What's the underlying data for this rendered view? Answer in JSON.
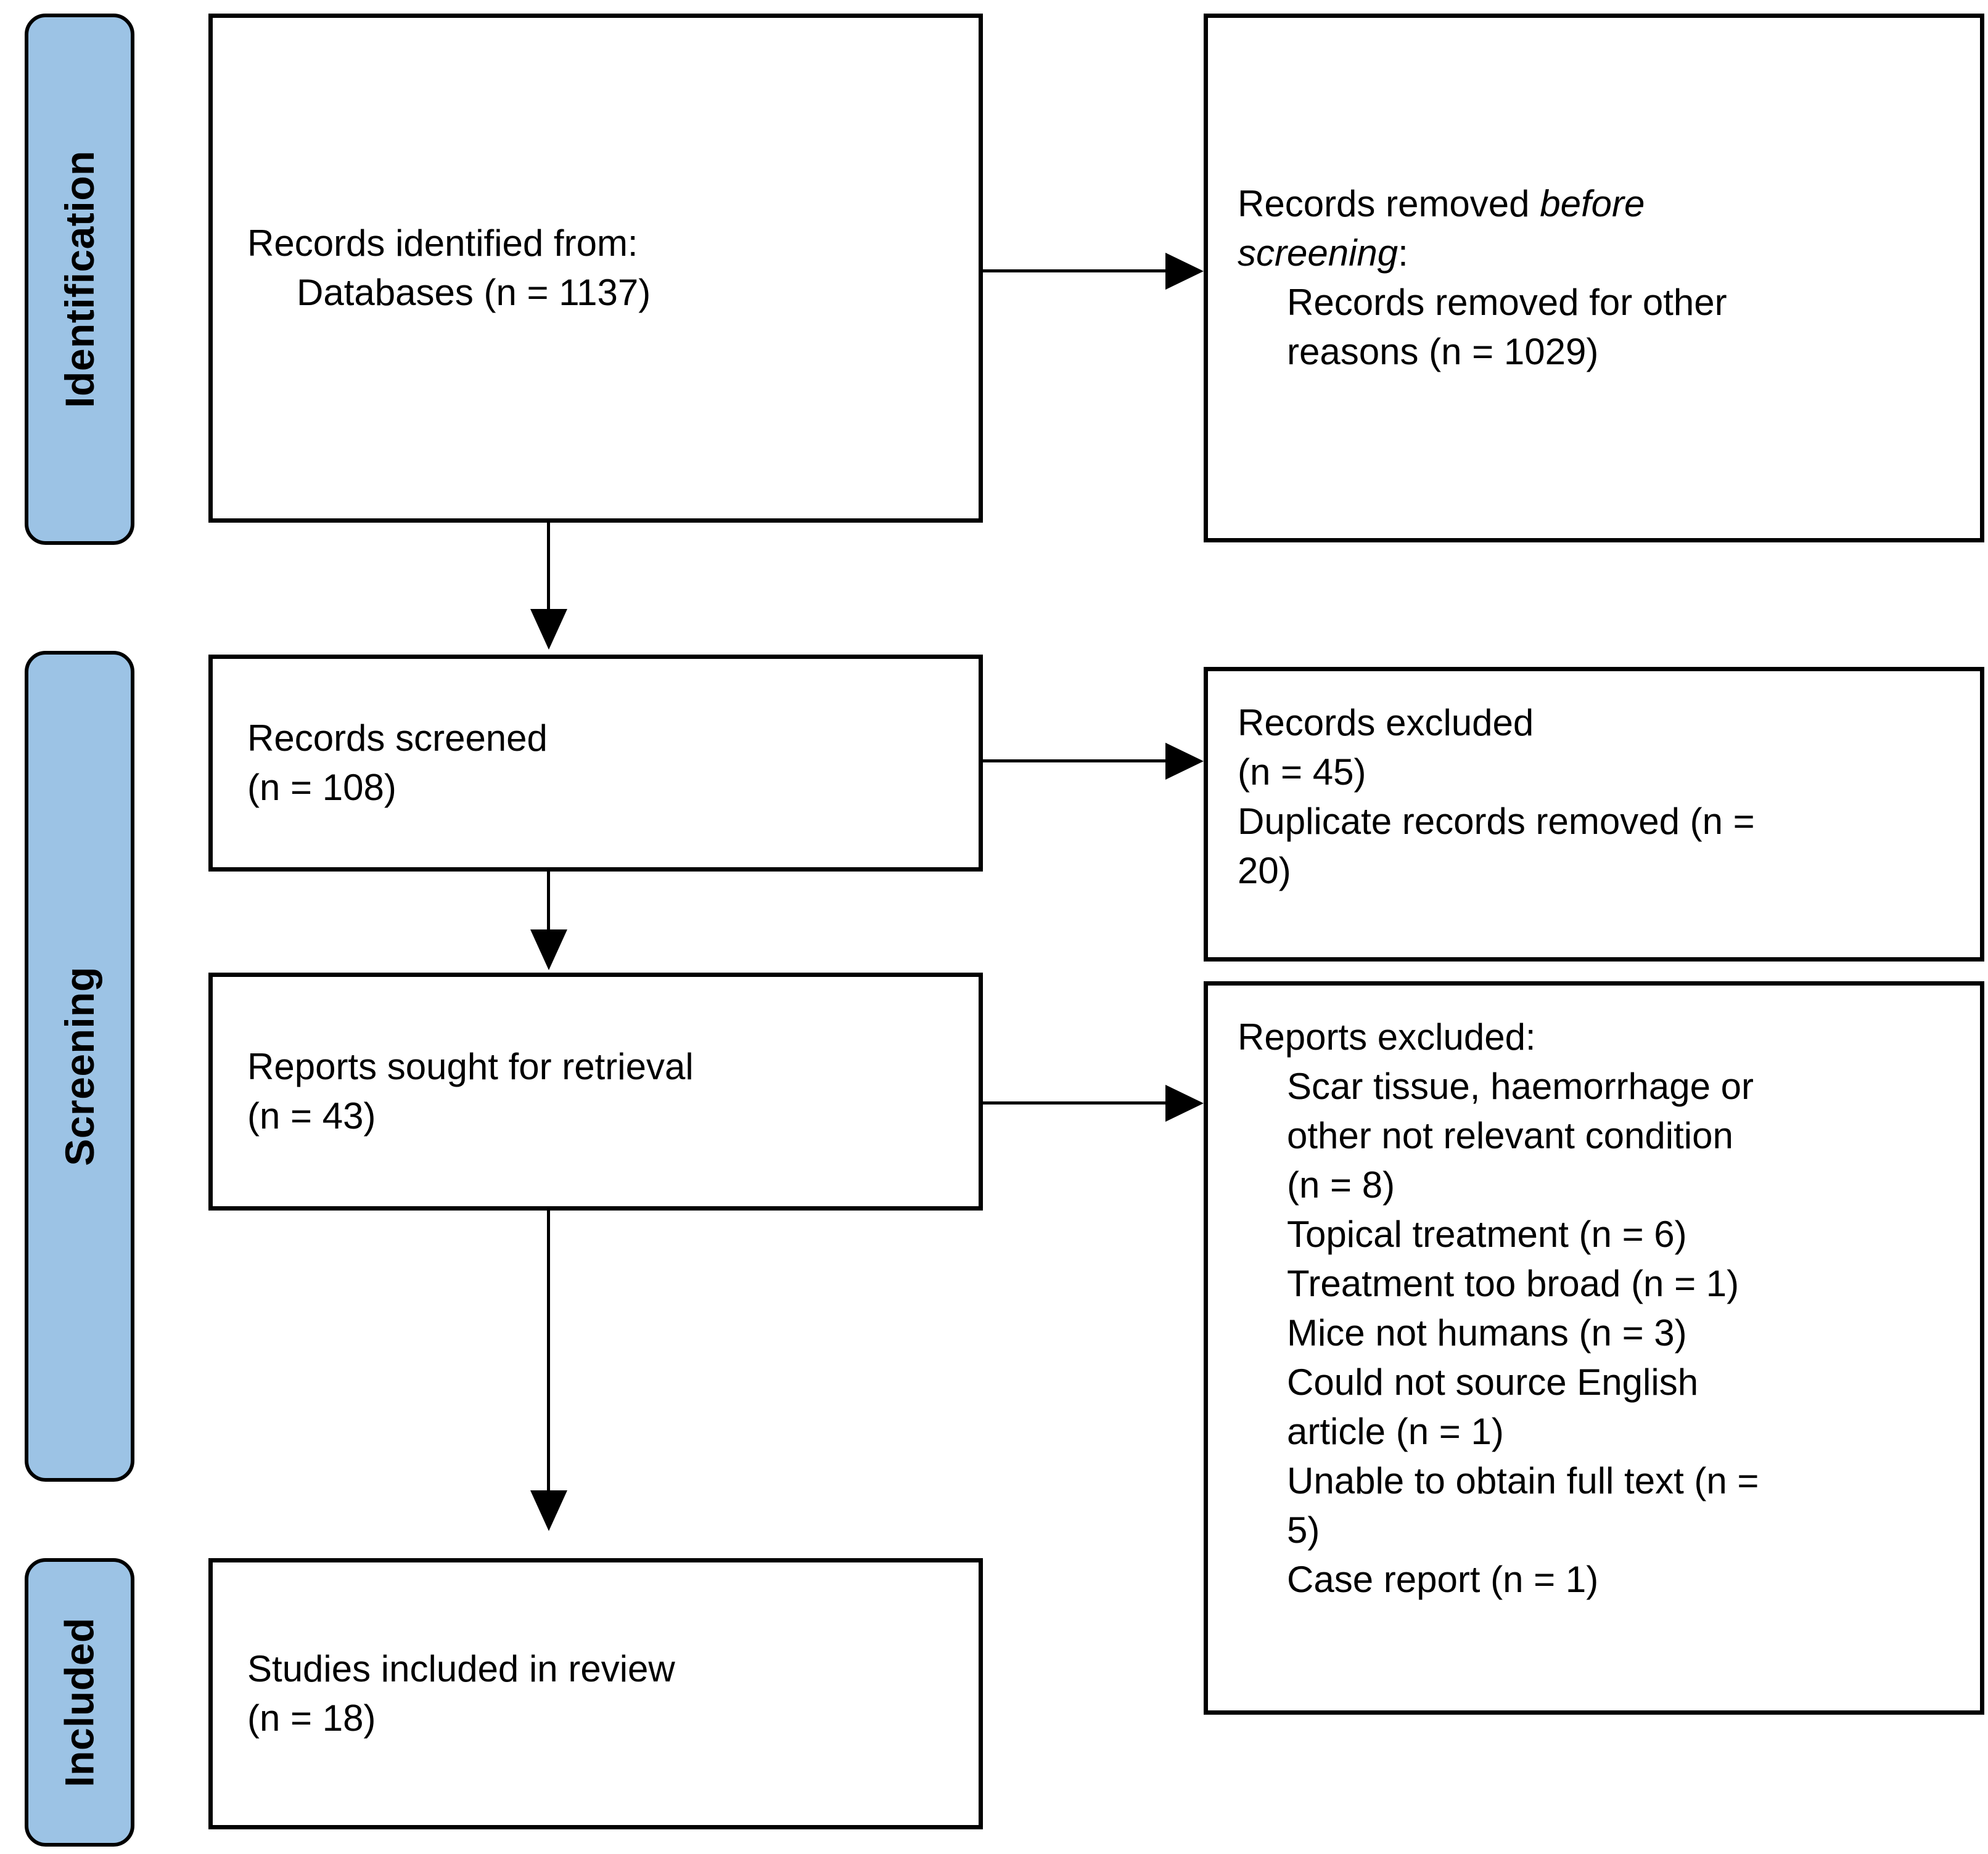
{
  "diagram": {
    "title": "PRISMA 2020 flow diagram",
    "accent_color": "#9CC3E5",
    "line_color": "#000000",
    "background_color": "#FFFFFF"
  },
  "phases": [
    {
      "id": "identification",
      "label": "Identification"
    },
    {
      "id": "screening",
      "label": "Screening"
    },
    {
      "id": "included",
      "label": "Included"
    }
  ],
  "boxes": {
    "records_identified": {
      "lines": [
        "Records identified from:",
        "Databases (n = 1137)"
      ]
    },
    "records_removed_before_screening": {
      "line_1a": "Records removed ",
      "line_1b": "before",
      "line_2a": "screening",
      "line_2b": ":",
      "line_3": "Records removed for other",
      "line_4": "reasons (n = 1029)"
    },
    "records_screened": {
      "lines": [
        "Records screened",
        "(n = 108)"
      ]
    },
    "records_excluded": {
      "lines": [
        "Records excluded",
        "(n = 45)",
        "Duplicate records removed (n =",
        "20)"
      ]
    },
    "reports_sought": {
      "lines": [
        "Reports sought for retrieval",
        "(n = 43)"
      ]
    },
    "reports_excluded": {
      "heading": "Reports excluded:",
      "items": [
        "Scar tissue, haemorrhage or",
        "other not relevant condition",
        "(n = 8)",
        "Topical treatment (n = 6)",
        "Treatment too broad (n = 1)",
        "Mice not humans (n = 3)",
        "Could not source English",
        "article (n = 1)",
        "Unable to obtain full text (n =",
        "5)",
        "Case report (n = 1)"
      ]
    },
    "studies_included": {
      "lines": [
        "Studies included in review",
        "(n = 18)"
      ]
    }
  },
  "chart_data": {
    "type": "table",
    "title": "PRISMA 2020 flow diagram",
    "stages": [
      {
        "phase": "Identification",
        "node": "Records identified from: Databases",
        "n": 1137
      },
      {
        "phase": "Identification",
        "node": "Records removed before screening: Records removed for other reasons",
        "n": 1029
      },
      {
        "phase": "Screening",
        "node": "Records screened",
        "n": 108
      },
      {
        "phase": "Screening",
        "node": "Records excluded",
        "n": 45
      },
      {
        "phase": "Screening",
        "node": "Duplicate records removed",
        "n": 20
      },
      {
        "phase": "Screening",
        "node": "Reports sought for retrieval",
        "n": 43
      },
      {
        "phase": "Screening",
        "node": "Reports excluded: Scar tissue, haemorrhage or other not relevant condition",
        "n": 8
      },
      {
        "phase": "Screening",
        "node": "Reports excluded: Topical treatment",
        "n": 6
      },
      {
        "phase": "Screening",
        "node": "Reports excluded: Treatment too broad",
        "n": 1
      },
      {
        "phase": "Screening",
        "node": "Reports excluded: Mice not humans",
        "n": 3
      },
      {
        "phase": "Screening",
        "node": "Reports excluded: Could not source English article",
        "n": 1
      },
      {
        "phase": "Screening",
        "node": "Reports excluded: Unable to obtain full text",
        "n": 5
      },
      {
        "phase": "Screening",
        "node": "Reports excluded: Case report",
        "n": 1
      },
      {
        "phase": "Included",
        "node": "Studies included in review",
        "n": 18
      }
    ]
  }
}
